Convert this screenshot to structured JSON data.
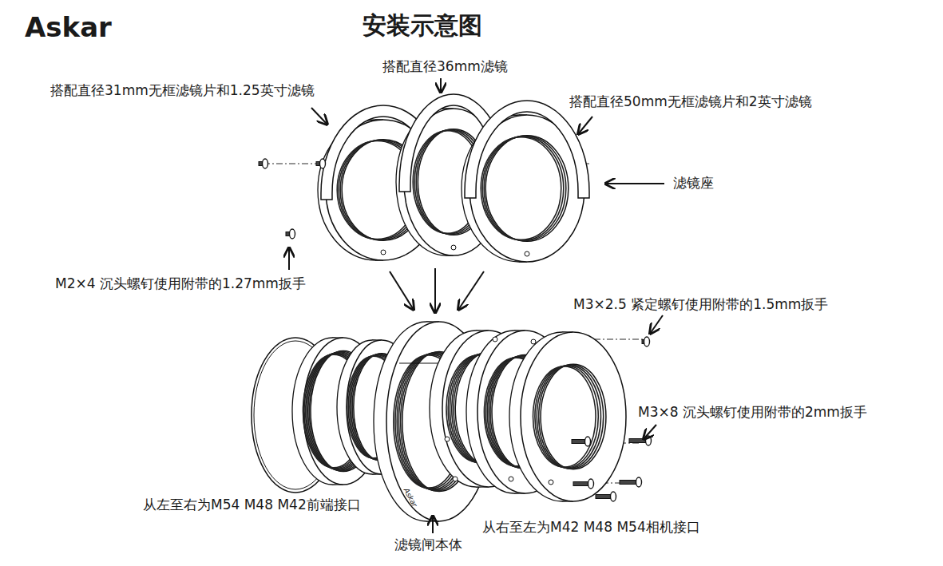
{
  "diagram": {
    "title": "安装示意图",
    "labels": [
      "Askar",
      "搭配直径31mm无框滤镜片和1.25英寸滤镜",
      "搭配直径36mm滤镜",
      "搭配直径50mm无框滤镜片和2英寸滤镜",
      "滤镜座",
      "M2×4 沉头螺钉使用附带的1.27mm扳手",
      "M3×2.5 紧定螺钉使用附带的1.5mm扳手",
      "M3×8 沉头螺钉使用附带的2mm扳手",
      "从左至右为M54 M48 M42前端接口",
      "滤镜闸本体",
      "从右至左为M42 M48 M54相机接口",
      "Askar"
    ]
  }
}
